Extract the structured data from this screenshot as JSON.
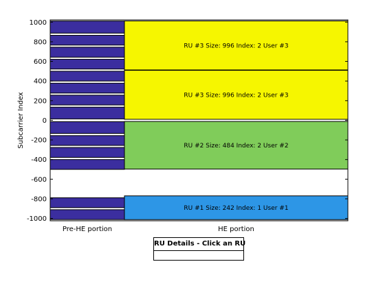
{
  "chart_data": {
    "type": "bar",
    "ylabel": "Subcarrier Index",
    "xlabel": "",
    "ylim": [
      -1024,
      1023
    ],
    "yticks": [
      -1000,
      -800,
      -600,
      -400,
      -200,
      0,
      200,
      400,
      600,
      800,
      1000
    ],
    "categories": [
      "Pre-HE portion",
      "HE portion"
    ],
    "pre_he_blocks": [
      {
        "start": -1011,
        "end": -911
      },
      {
        "start": -890,
        "end": -789
      },
      {
        "start": -500,
        "end": -400
      },
      {
        "start": -378,
        "end": -277
      },
      {
        "start": -256,
        "end": -156
      },
      {
        "start": -134,
        "end": -14
      },
      {
        "start": 14,
        "end": 134
      },
      {
        "start": 156,
        "end": 256
      },
      {
        "start": 277,
        "end": 378
      },
      {
        "start": 400,
        "end": 500
      },
      {
        "start": 522,
        "end": 622
      },
      {
        "start": 643,
        "end": 745
      },
      {
        "start": 766,
        "end": 866
      },
      {
        "start": 888,
        "end": 1011
      }
    ],
    "resource_units": [
      {
        "label": "RU #3  Size: 996  Index: 2   User #3",
        "start": 513,
        "end": 1012,
        "color": "#f6f600"
      },
      {
        "label": "RU #3  Size: 996  Index: 2   User #3",
        "start": 10,
        "end": 509,
        "color": "#f6f600"
      },
      {
        "label": "RU #2  Size: 484  Index: 2   User #2",
        "start": -497,
        "end": -12,
        "color": "#80cc5a"
      },
      {
        "label": "RU #1  Size: 242  Index: 1   User #1",
        "start": -1012,
        "end": -770,
        "color": "#2d96e6"
      }
    ],
    "pre_he_color": "#3b2e9f"
  },
  "details_panel": {
    "title": "RU Details - Click an RU",
    "content": ""
  }
}
